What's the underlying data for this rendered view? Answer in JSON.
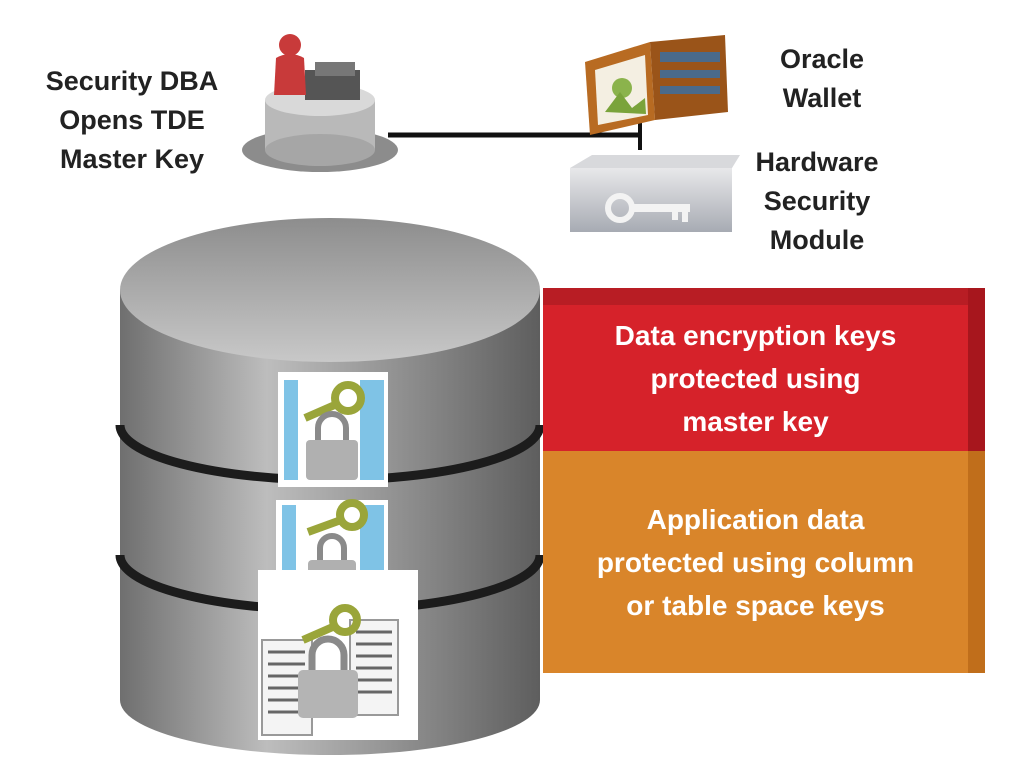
{
  "labels": {
    "dba": [
      "Security DBA",
      "Opens TDE",
      "Master Key"
    ],
    "wallet": [
      "Oracle",
      "Wallet"
    ],
    "hsm": [
      "Hardware",
      "Security",
      "Module"
    ]
  },
  "panels": {
    "keys": [
      "Data encryption keys",
      "protected using",
      "master key"
    ],
    "data": [
      "Application data",
      "protected using column",
      "or table space keys"
    ]
  },
  "colors": {
    "red_panel": "#d6222a",
    "orange_panel": "#d9852a",
    "cylinder": "#8a8a8a",
    "key": "#9aa53a"
  },
  "icons": [
    "dba-workstation-icon",
    "wallet-icon",
    "hsm-icon",
    "database-cylinder-icon",
    "key-icon",
    "padlock-icon",
    "document-icon"
  ]
}
